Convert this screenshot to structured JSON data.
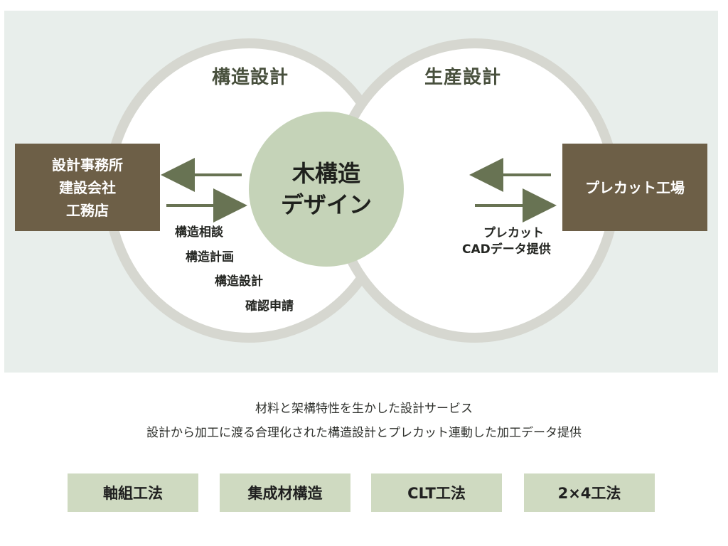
{
  "diagram": {
    "regions": {
      "structural": "構造設計",
      "production": "生産設計"
    },
    "center": {
      "line1": "木構造",
      "line2": "デザイン"
    },
    "left_box": {
      "line1": "設計事務所",
      "line2": "建設会社",
      "line3": "工務店"
    },
    "right_box": {
      "label": "プレカット工場"
    },
    "left_services": [
      "構造相談",
      "構造計画",
      "構造設計",
      "確認申請"
    ],
    "right_services": {
      "line1": "プレカット",
      "line2": "CADデータ提供"
    },
    "colors": {
      "panel": "#e8eeeb",
      "ring": "#d6d7d0",
      "center": "#c5d3b8",
      "box": "#6d5f47",
      "arrow": "#687353",
      "method": "#cfdac1"
    }
  },
  "captions": {
    "line1": "材料と架構特性を生かした設計サービス",
    "line2": "設計から加工に渡る合理化された構造設計とプレカット連動した加工データ提供"
  },
  "methods": [
    "軸組工法",
    "集成材構造",
    "CLT工法",
    "2×4工法"
  ]
}
